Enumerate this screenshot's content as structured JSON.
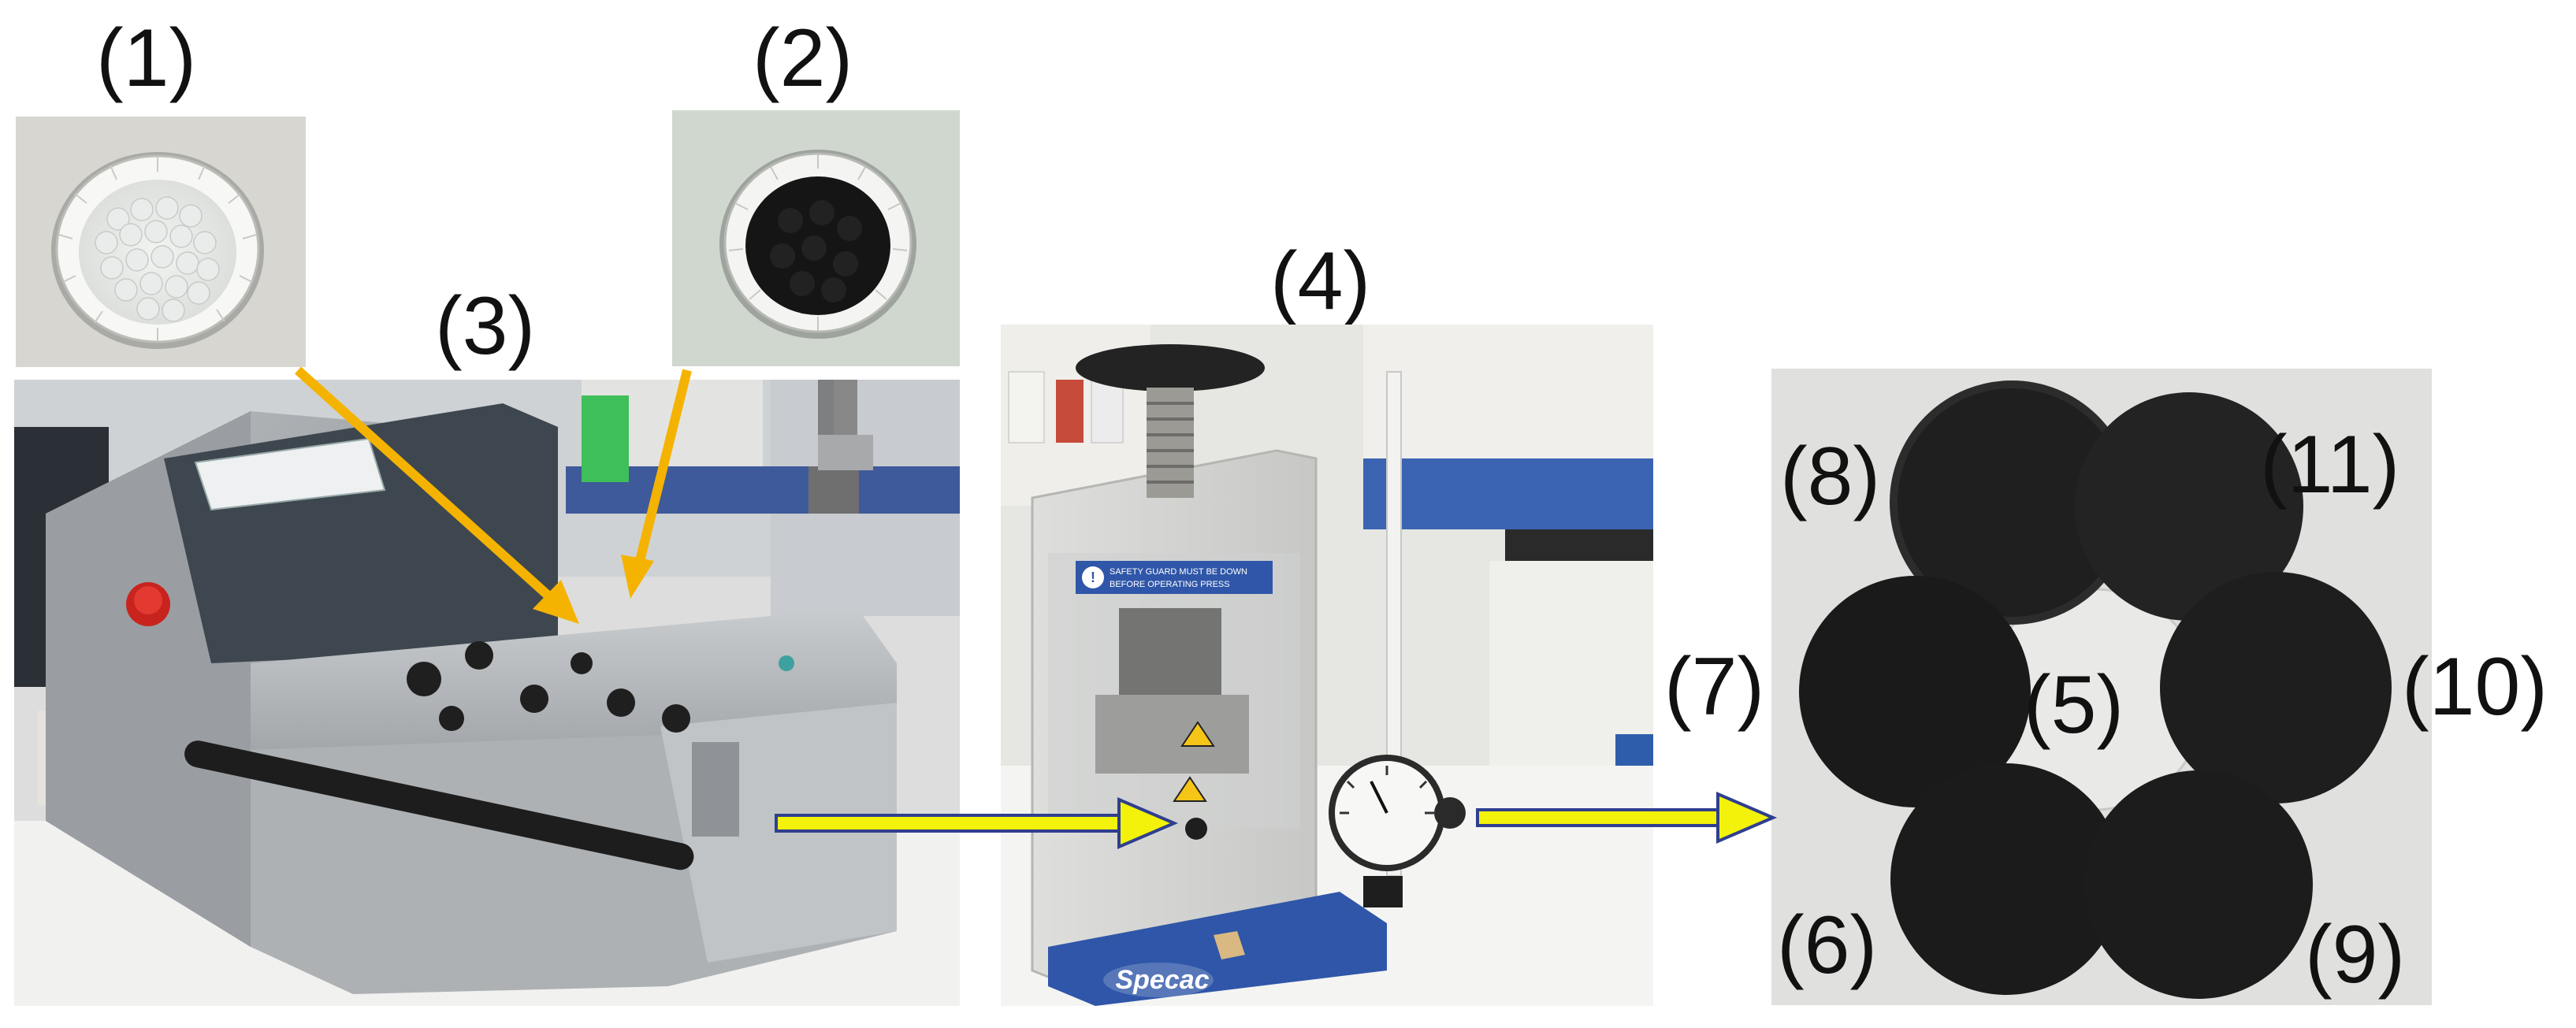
{
  "labels": {
    "l1": "(1)",
    "l2": "(2)",
    "l3": "(3)",
    "l4": "(4)",
    "l5": "(5)",
    "l6": "(6)",
    "l7": "(7)",
    "l8": "(8)",
    "l9": "(9)",
    "l10": "(10)",
    "l11": "(11)"
  },
  "colors": {
    "arrow_orange": "#f5b301",
    "arrow_yellow": "#f2f20a",
    "arrow_outline": "#2f3f8f",
    "press_blue": "#2f56a8",
    "sample_black": "#1c1c1c"
  },
  "press": {
    "brand": "Specac",
    "warning": [
      "SAFETY GUARD MUST BE DOWN",
      "BEFORE OPERATING PRESS"
    ]
  }
}
